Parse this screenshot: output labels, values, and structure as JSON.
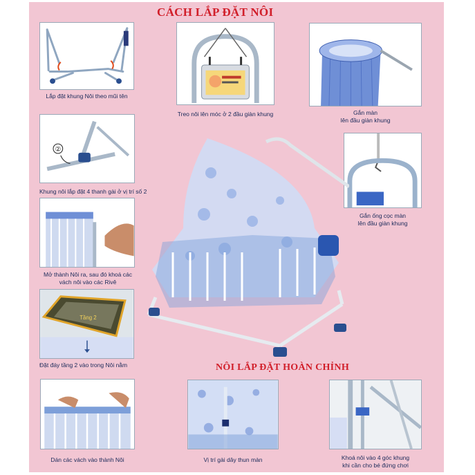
{
  "titles": {
    "top": "CÁCH LẮP ĐẶT NÔI",
    "bottom": "NÔI LẮP ĐẶT HOÀN CHỈNH"
  },
  "steps": [
    {
      "id": "step-frame",
      "caption": [
        "Lắp đặt khung Nôi theo mũi tên"
      ]
    },
    {
      "id": "step-hang",
      "caption": [
        "Treo nôi lên móc ở 2 đầu giàn khung"
      ]
    },
    {
      "id": "step-net",
      "caption": [
        "Gắn màn",
        "lên đầu giàn khung"
      ]
    },
    {
      "id": "step-latch",
      "caption": [
        "Khung nôi lắp đặt 4 thanh gài ở vị trí số 2"
      ],
      "marker": "②"
    },
    {
      "id": "step-pole",
      "caption": [
        "Gắn ống cọc màn",
        "lên đầu giàn khung"
      ]
    },
    {
      "id": "step-walls",
      "caption": [
        "Mở thành Nôi ra, sau đó khoá các",
        "vách nôi vào các Rivê"
      ]
    },
    {
      "id": "step-floor",
      "caption": [
        "Đặt đáy tầng 2 vào trong Nôi nằm"
      ],
      "label": "Tầng 2"
    },
    {
      "id": "step-sides",
      "caption": [
        "Dán các vách vào thành Nôi"
      ]
    },
    {
      "id": "step-ties",
      "caption": [
        "Vị trí gài dây thun màn"
      ]
    },
    {
      "id": "step-lock",
      "caption": [
        "Khoá nôi vào 4 góc khung",
        "khi cần cho bé đứng chơi"
      ]
    }
  ]
}
